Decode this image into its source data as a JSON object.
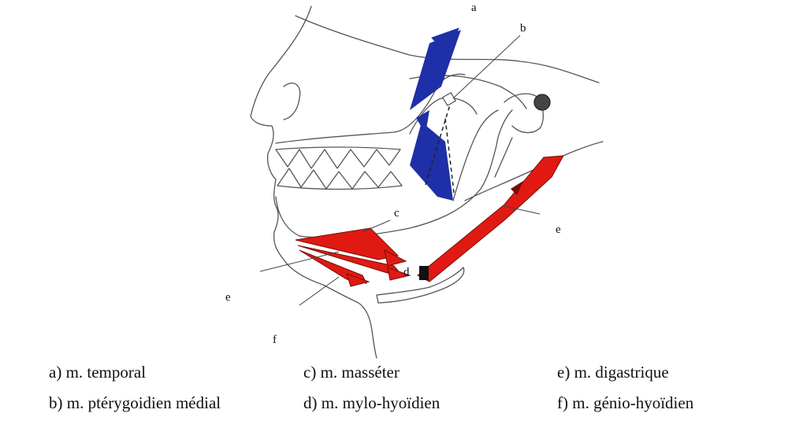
{
  "callouts": {
    "a": "a",
    "b": "b",
    "c": "c",
    "d": "d",
    "e_right": "e",
    "e_left": "e",
    "f": "f"
  },
  "legend": [
    "a) m. temporal",
    "b) m. ptérygoidien médial",
    "c) m. masséter",
    "d) m. mylo-hyoïdien",
    "e) m. digastrique",
    "f) m. génio-hyoïdien"
  ],
  "colors": {
    "elevator_muscles": "#1f2fa8",
    "depressor_muscles": "#e01a12",
    "outline": "#555555"
  }
}
